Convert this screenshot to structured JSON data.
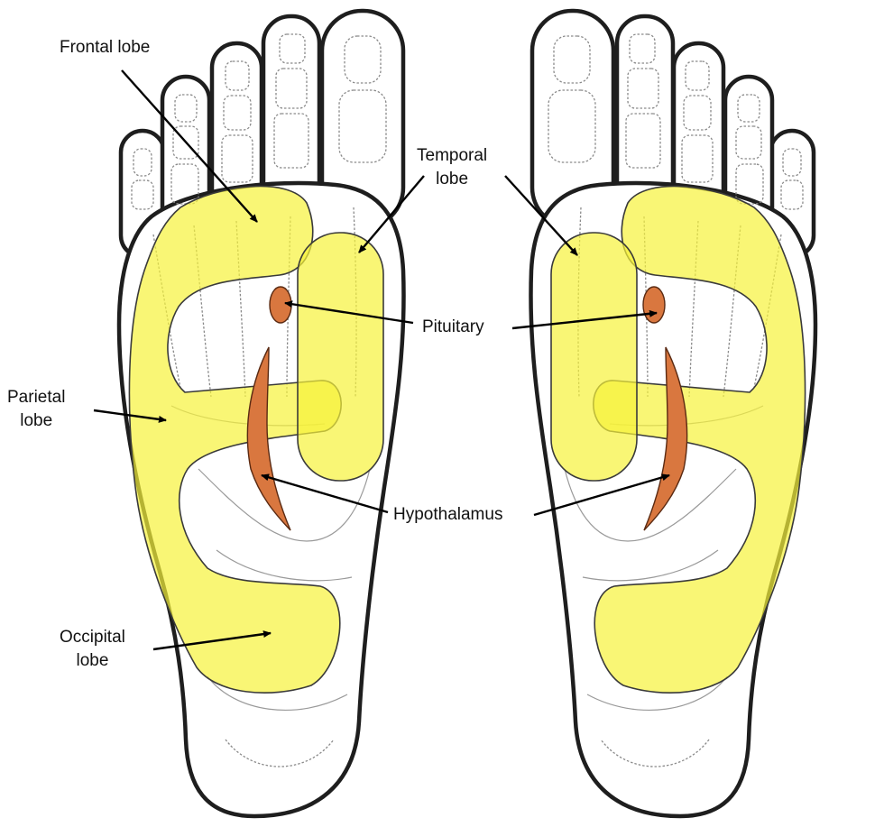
{
  "labels": {
    "frontal": "Frontal lobe",
    "temporal_1": "Temporal",
    "temporal_2": "lobe",
    "pituitary": "Pituitary",
    "parietal_1": "Parietal",
    "parietal_2": "lobe",
    "hypothalamus": "Hypothalamus",
    "occipital_1": "Occipital",
    "occipital_2": "lobe"
  },
  "colors": {
    "brain_zone": "#f7f23a",
    "gland": "#d9773f",
    "outline": "#1e1e1e",
    "leader": "#000000"
  }
}
